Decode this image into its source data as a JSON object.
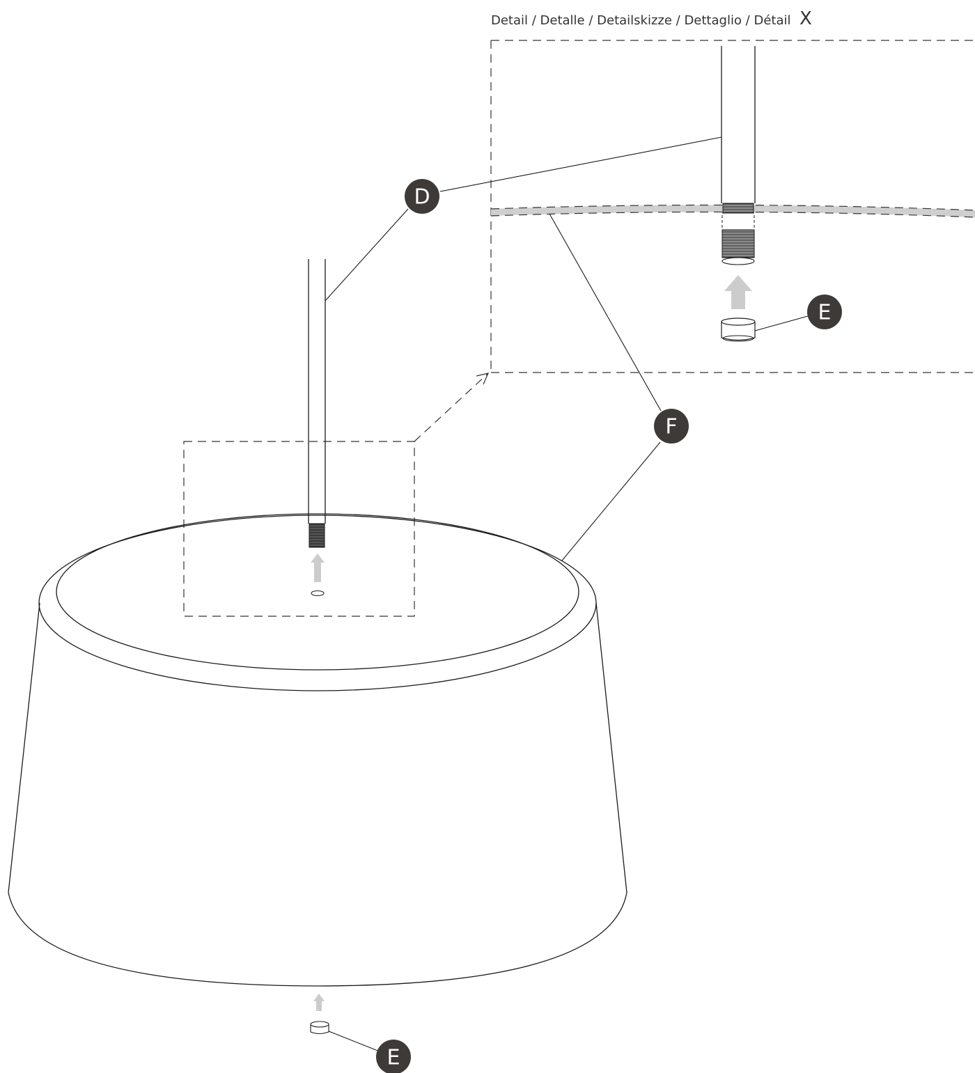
{
  "detail_caption": {
    "text": "Detail / Detalle / Detailskizze / Dettaglio / Détail",
    "marker": "X"
  },
  "callouts": [
    {
      "id": "D",
      "label": "D"
    },
    {
      "id": "F",
      "label": "F"
    },
    {
      "id": "E-detail",
      "label": "E"
    },
    {
      "id": "E-main",
      "label": "E"
    }
  ],
  "colors": {
    "badge": "#3d3a38",
    "line": "#1a1a1a",
    "arrow": "#cccccc",
    "thread": "#444444"
  }
}
